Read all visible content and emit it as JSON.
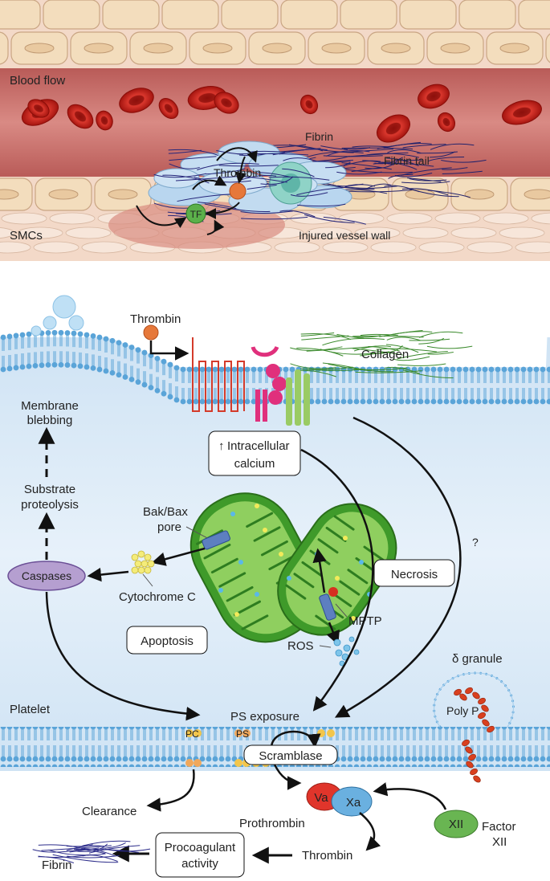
{
  "top_panel": {
    "blood_flow": "Blood flow",
    "fibrin": "Fibrin",
    "fibrin_tail": "Fibrin tail",
    "thrombin": "Thrombin",
    "tf": "TF",
    "smcs": "SMCs",
    "injured_wall": "Injured vessel wall"
  },
  "bottom_panel": {
    "thrombin": "Thrombin",
    "collagen": "Collagen",
    "membrane_blebbing_1": "Membrane",
    "membrane_blebbing_2": "blebbing",
    "calcium_1": "Intracellular",
    "calcium_2": "calcium",
    "calcium_arrow": "↑",
    "substrate_1": "Substrate",
    "substrate_2": "proteolysis",
    "bak_1": "Bak/Bax",
    "bak_2": "pore",
    "question": "?",
    "caspases": "Caspases",
    "cytochrome": "Cytochrome C",
    "necrosis": "Necrosis",
    "mptp": "MPTP",
    "apoptosis": "Apoptosis",
    "ros": "ROS",
    "delta_granule": "δ granule",
    "platelet": "Platelet",
    "ps_exposure": "PS exposure",
    "poly_p": "Poly P",
    "pc": "PC",
    "ps": "PS",
    "scramblase": "Scramblase",
    "va": "Va",
    "xa": "Xa",
    "clearance": "Clearance",
    "prothrombin": "Prothrombin",
    "xii": "XII",
    "factor_1": "Factor",
    "factor_2": "XII",
    "procoag_1": "Procoagulant",
    "procoag_2": "activity",
    "thrombin_out": "Thrombin",
    "fibrin": "Fibrin"
  },
  "colors": {
    "vessel_lumen": "#c9706c",
    "endothelium": "#f4e0c2",
    "rbc": "#c8231b",
    "platelet_bg": "#dcecf8",
    "membrane_head": "#5aa4d8",
    "mitochondria": "#3f9a2a",
    "caspases_fill": "#b59fd0",
    "va_fill": "#e0352b",
    "xa_fill": "#6ab0e0",
    "xii_fill": "#69b552"
  }
}
